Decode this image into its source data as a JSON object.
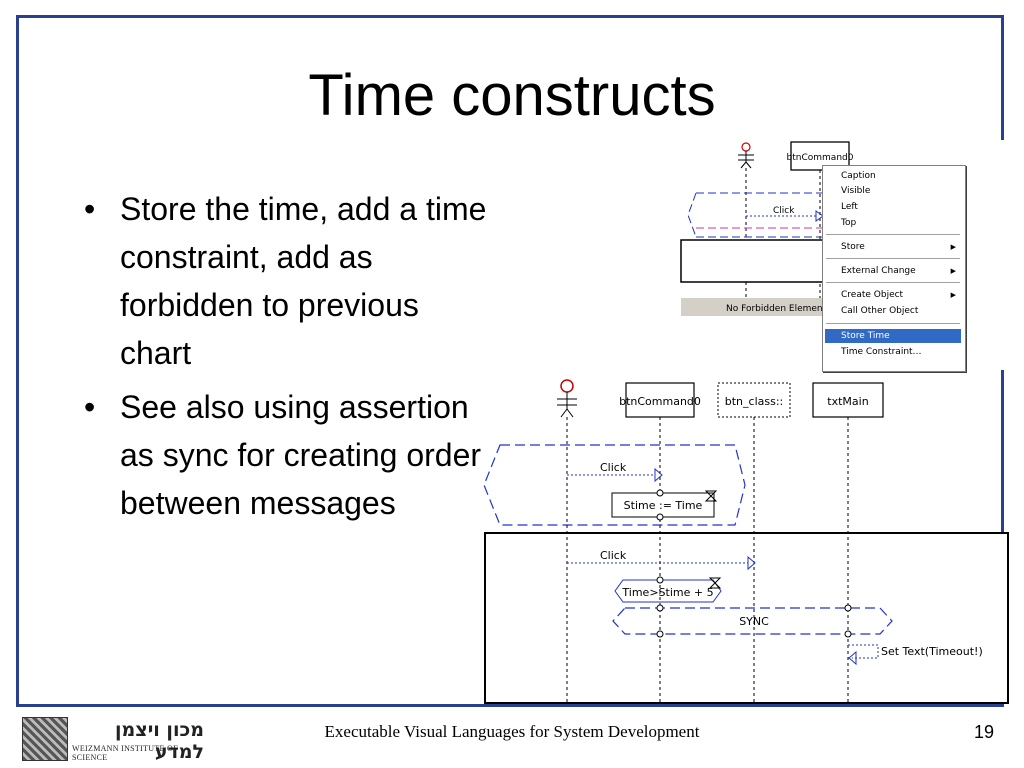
{
  "slide": {
    "title": "Time constructs",
    "bullets": [
      "Store the time, add a time constraint, add as forbidden to previous chart",
      "See also using assertion as sync for creating order between messages"
    ],
    "footer": "Executable Visual Languages for System Development",
    "page_number": "19",
    "logo": {
      "hebrew": "מכון ויצמן למדע",
      "english": "WEIZMANN INSTITUTE OF SCIENCE"
    }
  },
  "top_screenshot": {
    "object_label": "btnCommand0",
    "message_label": "Click",
    "status_text": "No Forbidden Element",
    "context_menu": [
      {
        "label": "Caption",
        "submenu": false,
        "selected": false
      },
      {
        "label": "Visible",
        "submenu": false,
        "selected": false
      },
      {
        "label": "Left",
        "submenu": false,
        "selected": false
      },
      {
        "label": "Top",
        "submenu": false,
        "selected": false
      },
      {
        "label": "Store",
        "submenu": true,
        "selected": false
      },
      {
        "label": "External Change",
        "submenu": true,
        "selected": false
      },
      {
        "label": "Create Object",
        "submenu": true,
        "selected": false
      },
      {
        "label": "Call Other Object",
        "submenu": false,
        "selected": false
      },
      {
        "label": "Store Time",
        "submenu": false,
        "selected": true
      },
      {
        "label": "Time Constraint…",
        "submenu": false,
        "selected": false
      }
    ]
  },
  "bottom_diagram": {
    "objects": [
      "btnCommand0",
      "btn_class::",
      "txtMain"
    ],
    "messages": [
      "Click",
      "Click",
      "Set Text(Timeout!)"
    ],
    "conditions": [
      "Stime := Time",
      "Time>Stime + 5",
      "SYNC"
    ]
  },
  "colors": {
    "frame": "#2b3f8f",
    "diagram_blue": "#2233cc",
    "actor_red": "#cc0000",
    "selection": "#316ac5"
  }
}
